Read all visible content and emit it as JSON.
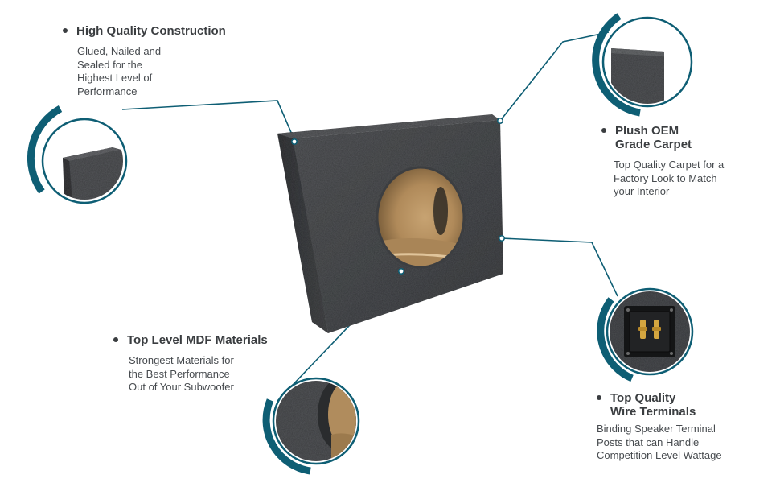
{
  "colors": {
    "accent_teal": "#0e5e74",
    "text_dark": "#3a3d40",
    "box_gray": "#4e5053",
    "mdf_tan": "#b99668",
    "terminal_gold": "#d4a640"
  },
  "features": [
    {
      "title": "High Quality Construction",
      "description": "Glued, Nailed and\nSealed for the\nHighest Level of\nPerformance",
      "icon": "box-corner-zoom-icon"
    },
    {
      "title": "Plush OEM\nGrade Carpet",
      "description": "Top Quality Carpet for a\nFactory Look to Match\nyour Interior",
      "icon": "carpet-zoom-icon"
    },
    {
      "title": "Top Level MDF Materials",
      "description": "Strongest Materials for\nthe Best Performance\nOut of  Your Subwoofer",
      "icon": "mdf-zoom-icon"
    },
    {
      "title": "Top Quality\nWire Terminals",
      "description": "Binding Speaker Terminal\nPosts that can Handle\nCompetition Level Wattage",
      "icon": "terminal-zoom-icon"
    }
  ]
}
